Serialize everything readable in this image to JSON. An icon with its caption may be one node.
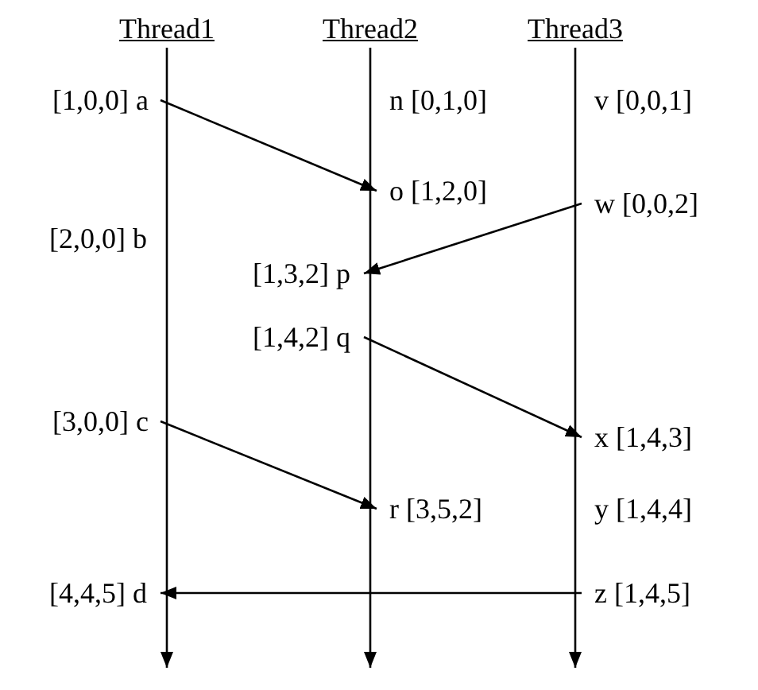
{
  "diagram": {
    "nodes": [
      {
        "text": [
          "Thread1"
        ]
      },
      {
        "text": [
          "Thread2"
        ]
      },
      {
        "text": [
          "Thread3"
        ]
      },
      {
        "text": [
          "[1,0,0] a"
        ]
      },
      {
        "text": [
          "n [0,1,0]"
        ]
      },
      {
        "text": [
          "v [0,0,1]"
        ]
      },
      {
        "text": [
          "o [1,2,0]"
        ]
      },
      {
        "text": [
          "[2,0,0] b"
        ]
      },
      {
        "text": [
          "w [0,0,2]"
        ]
      },
      {
        "text": [
          "[1,3,2] p"
        ]
      },
      {
        "text": [
          "[1,4,2] q"
        ]
      },
      {
        "text": [
          "[3,0,0] c"
        ]
      },
      {
        "text": [
          "x [1,4,3]"
        ]
      },
      {
        "text": [
          "r [3,5,2]"
        ]
      },
      {
        "text": [
          "y [1,4,4]"
        ]
      },
      {
        "text": [
          "[4,4,5] d"
        ]
      },
      {
        "text": [
          "z [1,4,5]"
        ]
      }
    ],
    "edges": [
      {
        "from": 0,
        "to": null,
        "arrow": "to"
      },
      {
        "from": 1,
        "to": null,
        "arrow": "to"
      },
      {
        "from": 2,
        "to": null,
        "arrow": "to"
      },
      {
        "from": 3,
        "to": 6,
        "arrow": "to"
      },
      {
        "from": 8,
        "to": 9,
        "arrow": "to"
      },
      {
        "from": 10,
        "to": 12,
        "arrow": "to"
      },
      {
        "from": 11,
        "to": 13,
        "arrow": "to"
      },
      {
        "from": 16,
        "to": 15,
        "arrow": "to"
      }
    ]
  }
}
